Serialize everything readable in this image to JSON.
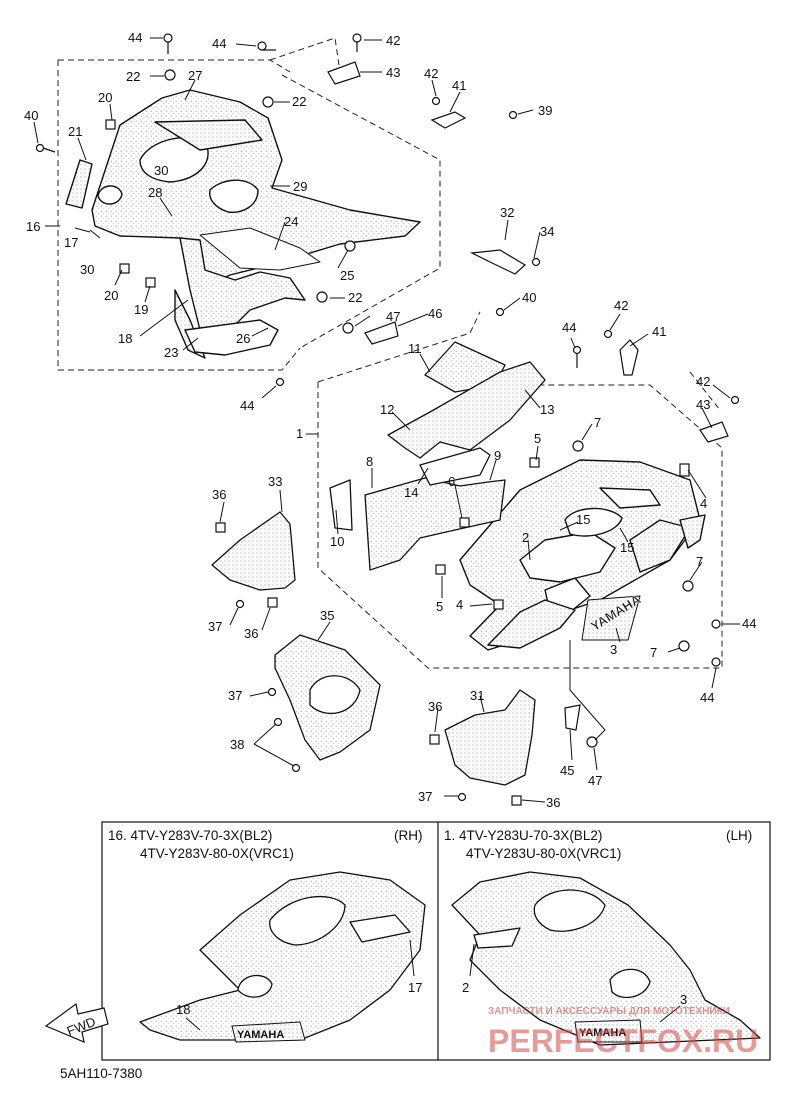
{
  "diagram": {
    "callouts": [
      {
        "id": "c44a",
        "label": "44"
      },
      {
        "id": "c44b",
        "label": "44"
      },
      {
        "id": "c42a",
        "label": "42"
      },
      {
        "id": "c43a",
        "label": "43"
      },
      {
        "id": "c22a",
        "label": "22"
      },
      {
        "id": "c27",
        "label": "27"
      },
      {
        "id": "c22b",
        "label": "22"
      },
      {
        "id": "c42b",
        "label": "42"
      },
      {
        "id": "c41a",
        "label": "41"
      },
      {
        "id": "c39",
        "label": "39"
      },
      {
        "id": "c20a",
        "label": "20"
      },
      {
        "id": "c40a",
        "label": "40"
      },
      {
        "id": "c21",
        "label": "21"
      },
      {
        "id": "c30a",
        "label": "30"
      },
      {
        "id": "c29",
        "label": "29"
      },
      {
        "id": "c28",
        "label": "28"
      },
      {
        "id": "c16",
        "label": "16"
      },
      {
        "id": "c17",
        "label": "17"
      },
      {
        "id": "c24",
        "label": "24"
      },
      {
        "id": "c32",
        "label": "32"
      },
      {
        "id": "c34",
        "label": "34"
      },
      {
        "id": "c30b",
        "label": "30"
      },
      {
        "id": "c25",
        "label": "25"
      },
      {
        "id": "c20b",
        "label": "20"
      },
      {
        "id": "c19",
        "label": "19"
      },
      {
        "id": "c22c",
        "label": "22"
      },
      {
        "id": "c40b",
        "label": "40"
      },
      {
        "id": "c18",
        "label": "18"
      },
      {
        "id": "c47a",
        "label": "47"
      },
      {
        "id": "c46",
        "label": "46"
      },
      {
        "id": "c26",
        "label": "26"
      },
      {
        "id": "c23",
        "label": "23"
      },
      {
        "id": "c42c",
        "label": "42"
      },
      {
        "id": "c44c",
        "label": "44"
      },
      {
        "id": "c41b",
        "label": "41"
      },
      {
        "id": "c11",
        "label": "11"
      },
      {
        "id": "c44d",
        "label": "44"
      },
      {
        "id": "c42d",
        "label": "42"
      },
      {
        "id": "c13",
        "label": "13"
      },
      {
        "id": "c43b",
        "label": "43"
      },
      {
        "id": "c12",
        "label": "12"
      },
      {
        "id": "c1",
        "label": "1"
      },
      {
        "id": "c7a",
        "label": "7"
      },
      {
        "id": "c5a",
        "label": "5"
      },
      {
        "id": "c8",
        "label": "8"
      },
      {
        "id": "c9",
        "label": "9"
      },
      {
        "id": "c14",
        "label": "14"
      },
      {
        "id": "c6",
        "label": "6"
      },
      {
        "id": "c4a",
        "label": "4"
      },
      {
        "id": "c36a",
        "label": "36"
      },
      {
        "id": "c33",
        "label": "33"
      },
      {
        "id": "c10",
        "label": "10"
      },
      {
        "id": "c15a",
        "label": "15"
      },
      {
        "id": "c2",
        "label": "2"
      },
      {
        "id": "c15b",
        "label": "15"
      },
      {
        "id": "c7b",
        "label": "7"
      },
      {
        "id": "c5b",
        "label": "5"
      },
      {
        "id": "c4b",
        "label": "4"
      },
      {
        "id": "c37a",
        "label": "37"
      },
      {
        "id": "c36b",
        "label": "36"
      },
      {
        "id": "c35",
        "label": "35"
      },
      {
        "id": "c44e",
        "label": "44"
      },
      {
        "id": "c3",
        "label": "3"
      },
      {
        "id": "c7c",
        "label": "7"
      },
      {
        "id": "c44f",
        "label": "44"
      },
      {
        "id": "c37b",
        "label": "37"
      },
      {
        "id": "c31",
        "label": "31"
      },
      {
        "id": "c36c",
        "label": "36"
      },
      {
        "id": "c38",
        "label": "38"
      },
      {
        "id": "c45",
        "label": "45"
      },
      {
        "id": "c47b",
        "label": "47"
      },
      {
        "id": "c37c",
        "label": "37"
      },
      {
        "id": "c36d",
        "label": "36"
      }
    ],
    "brand_text": "YAMAHA",
    "panels": {
      "rh": {
        "line1": "16. 4TV-Y283V-70-3X(BL2)",
        "line2": "4TV-Y283V-80-0X(VRC1)",
        "side": "(RH)",
        "callout_17": "17",
        "callout_18": "18",
        "fwd": "FWD",
        "brand": "YAMAHA"
      },
      "lh": {
        "line1": "1. 4TV-Y283U-70-3X(BL2)",
        "line2": "4TV-Y283U-80-0X(VRC1)",
        "side": "(LH)",
        "callout_2": "2",
        "callout_3": "3",
        "brand": "YAMAHA"
      }
    },
    "code": "5AH110-7380",
    "watermark": {
      "line1": "ЗАПЧАСТИ И АКСЕССУАРЫ ДЛЯ МОТОТЕХНИКИ",
      "line2": "PERFECTFOX.RU"
    }
  }
}
